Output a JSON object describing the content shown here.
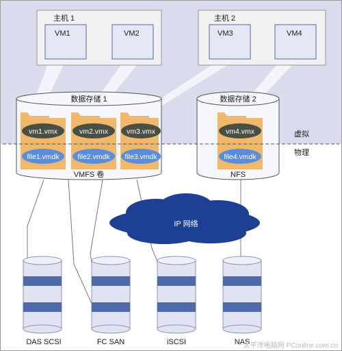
{
  "hosts": [
    {
      "label": "主机 1",
      "vms": [
        "VM1",
        "VM2"
      ]
    },
    {
      "label": "主机 2",
      "vms": [
        "VM3",
        "VM4"
      ]
    }
  ],
  "datastores": [
    {
      "label": "数据存储 1",
      "volume_label": "VMFS 卷",
      "folders": [
        {
          "vmx": "vm1.vmx",
          "vmdk": "file1.vmdk"
        },
        {
          "vmx": "vm2.vmx",
          "vmdk": "file2.vmdk"
        },
        {
          "vmx": "vm3.vmx",
          "vmdk": "file3.vmdk"
        }
      ]
    },
    {
      "label": "数据存储 2",
      "volume_label": "NFS",
      "folders": [
        {
          "vmx": "vm4.vmx",
          "vmdk": "file4.vmdk"
        }
      ]
    }
  ],
  "layers": {
    "virtual": "虚拟",
    "physical": "物理"
  },
  "network": {
    "label": "IP 网络"
  },
  "storage": [
    "DAS SCSI",
    "FC SAN",
    "iSCSI",
    "NAS"
  ],
  "watermark": "太平洋电脑网 PConline.com.cn",
  "colors": {
    "virtual_bg": "#d8dcec",
    "host_bg": "#f1f1f1",
    "vm_bg": "#e4e8f5",
    "vm_border": "#6a7db5",
    "datastore_fill": "#f6f7fc",
    "folder": "#f0b86a",
    "vmx": "#4a4f43",
    "vmdk": "#5b8dd8",
    "cloud": "#1d3f94",
    "disk_light": "#dfe3f2",
    "disk_dark": "#4f6aa8"
  }
}
